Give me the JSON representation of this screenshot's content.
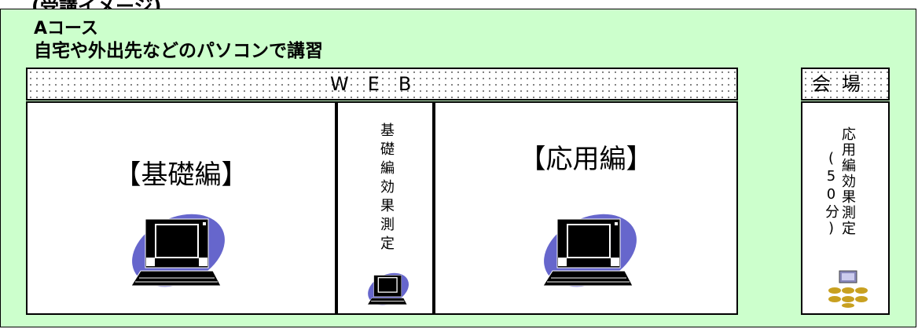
{
  "header": {
    "top_fragment": "(受講イメージ)"
  },
  "course": {
    "title": "Aコース",
    "subtitle": "自宅や外出先などのパソコンで講習"
  },
  "bars": {
    "web_label": "WEB",
    "venue_label": "会場"
  },
  "sections": {
    "basic_label": "【基礎編】",
    "mid_label": "基礎編効果測定",
    "applied_label": "【応用編】",
    "venue_main": "応用編効果測定",
    "venue_note": "(50分)"
  },
  "icons": {
    "basic": "laptop-icon",
    "mid": "laptop-icon",
    "applied": "laptop-icon",
    "venue": "classroom-icon"
  },
  "colors": {
    "panel_background": "#ccffcc",
    "box_background": "#ffffff",
    "laptop_shadow": "#6666cc"
  }
}
